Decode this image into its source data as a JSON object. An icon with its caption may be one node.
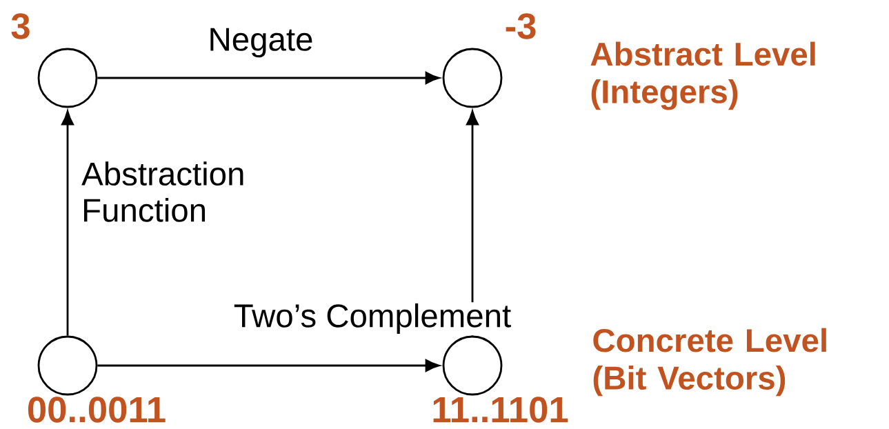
{
  "diagram": {
    "nodes": [
      {
        "text": [],
        "shape": "circle",
        "beside": [
          "3"
        ]
      },
      {
        "text": [],
        "shape": "circle",
        "beside": [
          "-3"
        ]
      },
      {
        "text": [],
        "shape": "circle",
        "beside": [
          "00..0011"
        ]
      },
      {
        "text": [],
        "shape": "circle",
        "beside": [
          "11..1101"
        ]
      }
    ],
    "edges": [
      {
        "from": 0,
        "to": 1,
        "arrow": "to",
        "label": "Negate"
      },
      {
        "from": 2,
        "to": 0,
        "arrow": "to",
        "label": "Abstraction Function"
      },
      {
        "from": 3,
        "to": 1,
        "arrow": "to"
      },
      {
        "from": 2,
        "to": 3,
        "arrow": "to",
        "label": "Two’s Complement"
      }
    ],
    "labels": [
      "Abstract Level (Integers)",
      "Concrete Level (Bit Vectors)"
    ]
  }
}
